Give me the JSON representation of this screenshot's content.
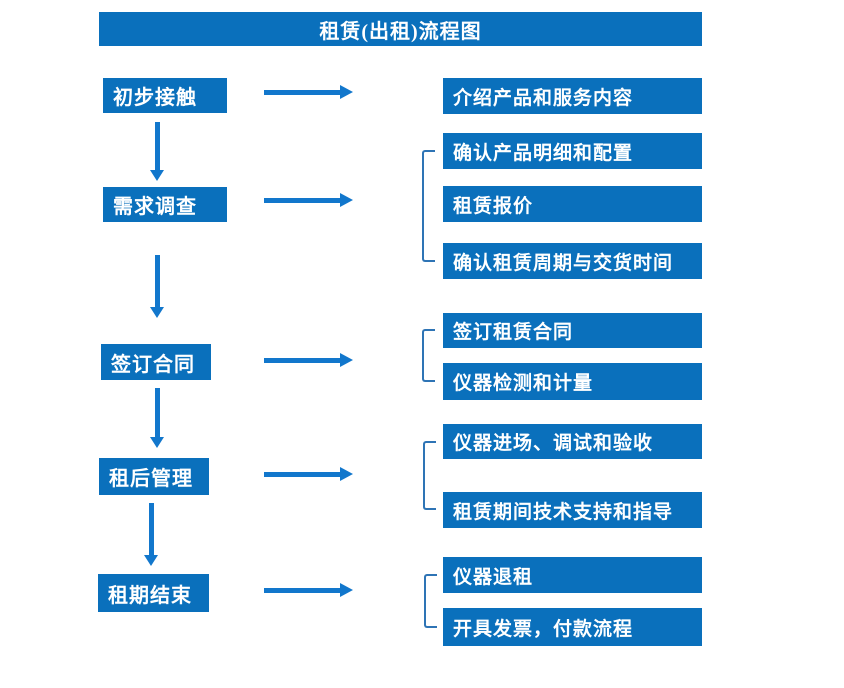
{
  "title": "租赁(出租)流程图",
  "steps": [
    {
      "label": "初步接触",
      "details": [
        {
          "label": "介绍产品和服务内容"
        }
      ]
    },
    {
      "label": "需求调查",
      "details": [
        {
          "label": "确认产品明细和配置"
        },
        {
          "label": "租赁报价"
        },
        {
          "label": "确认租赁周期与交货时间"
        }
      ]
    },
    {
      "label": "签订合同",
      "details": [
        {
          "label": "签订租赁合同"
        },
        {
          "label": "仪器检测和计量"
        }
      ]
    },
    {
      "label": "租后管理",
      "details": [
        {
          "label": "仪器进场、调试和验收"
        },
        {
          "label": "租赁期间技术支持和指导"
        }
      ]
    },
    {
      "label": "租期结束",
      "details": [
        {
          "label": "仪器退租"
        },
        {
          "label": "开具发票，付款流程"
        }
      ]
    }
  ],
  "colors": {
    "box_blue": "#0a70bc",
    "arrow_blue": "#1277cc",
    "bracket_blue": "#2e74b5",
    "text_white": "#ffffff",
    "background": "#ffffff"
  }
}
